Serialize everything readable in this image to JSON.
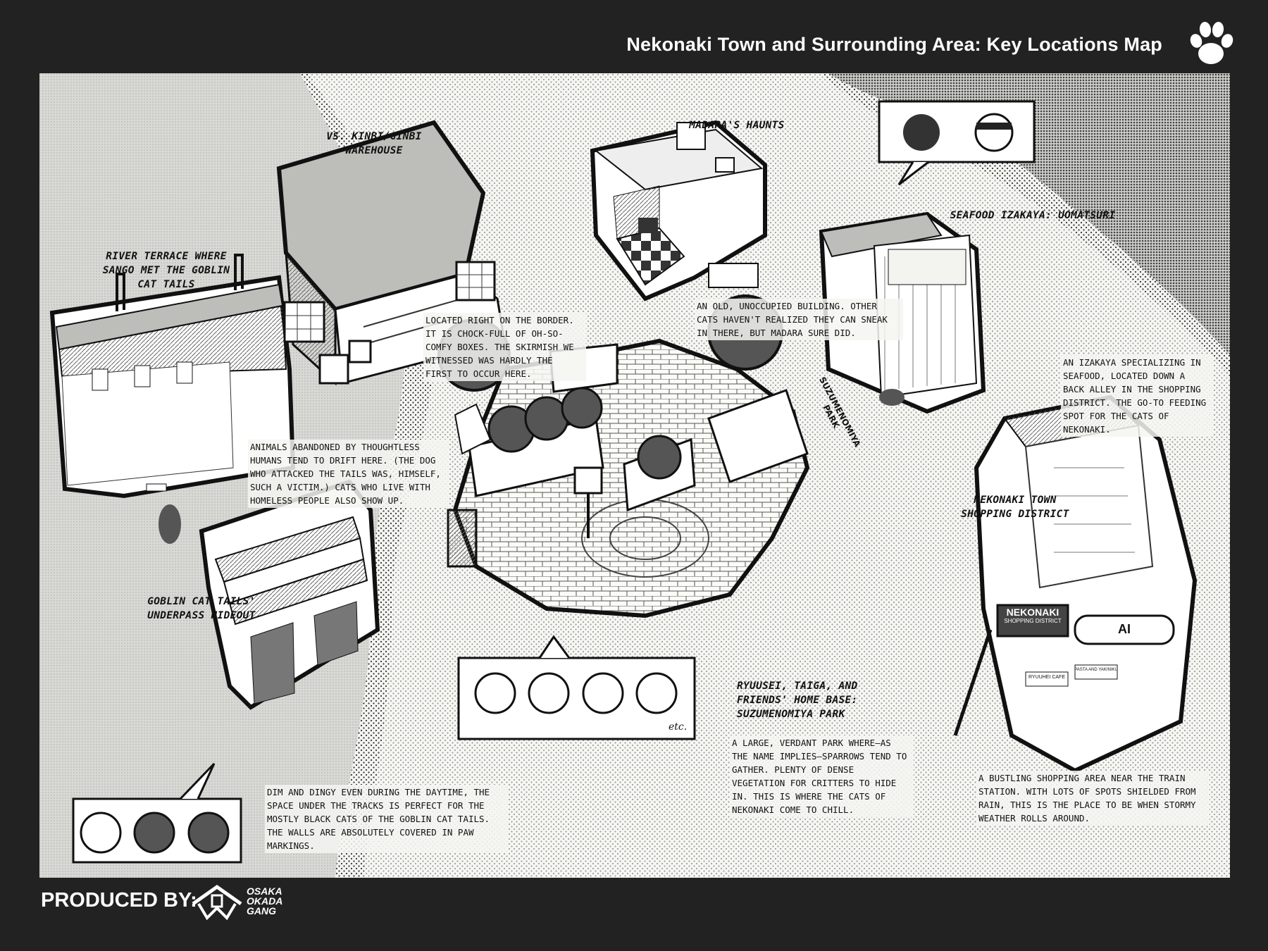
{
  "header": {
    "title": "Nekonaki Town and Surrounding Area: Key Locations Map",
    "icon": "paw-print-icon"
  },
  "locations": {
    "river_terrace": {
      "label": "RIVER TERRACE WHERE SANGO MET THE GOBLIN CAT TAILS",
      "description": "ANIMALS ABANDONED BY THOUGHTLESS HUMANS TEND TO DRIFT HERE. (THE DOG WHO ATTACKED THE TAILS WAS, HIMSELF, SUCH A VICTIM.) CATS WHO LIVE WITH HOMELESS PEOPLE ALSO SHOW UP."
    },
    "warehouse": {
      "label": "VS. KINBI/GINBI WAREHOUSE",
      "description": "LOCATED RIGHT ON THE BORDER. IT IS CHOCK-FULL OF OH-SO-COMFY BOXES. THE SKIRMISH WE WITNESSED WAS HARDLY THE FIRST TO OCCUR HERE."
    },
    "madara": {
      "label": "MADARA'S HAUNTS",
      "description": "AN OLD, UNOCCUPIED BUILDING. OTHER CATS HAVEN'T REALIZED THEY CAN SNEAK IN THERE, BUT MADARA SURE DID."
    },
    "izakaya": {
      "label": "SEAFOOD IZAKAYA: UOMATSURI",
      "description": "AN IZAKAYA SPECIALIZING IN SEAFOOD, LOCATED DOWN A BACK ALLEY IN THE SHOPPING DISTRICT. THE GO-TO FEEDING SPOT FOR THE CATS OF NEKONAKI."
    },
    "shopping": {
      "label": "NEKONAKI TOWN SHOPPING DISTRICT",
      "description": "A BUSTLING SHOPPING AREA NEAR THE TRAIN STATION. WITH LOTS OF SPOTS SHIELDED FROM RAIN, THIS IS THE PLACE TO BE WHEN STORMY WEATHER ROLLS AROUND.",
      "sign": "NEKONAKI",
      "sign_sub": "SHOPPING DISTRICT",
      "shop_ai": "AI",
      "shop_cafe": "RYUUHEI CAFE",
      "shop_pasta": "PASTA AND YAKINIKU"
    },
    "park": {
      "label": "RYUUSEI, TAIGA, AND FRIENDS' HOME BASE: SUZUMENOMIYA PARK",
      "description": "A LARGE, VERDANT PARK WHERE—AS THE NAME IMPLIES—SPARROWS TEND TO GATHER. PLENTY OF DENSE VEGETATION FOR CRITTERS TO HIDE IN. THIS IS WHERE THE CATS OF NEKONAKI COME TO CHILL.",
      "sign": "SUZUMENOMIYA PARK",
      "etc": "etc."
    },
    "underpass": {
      "label": "GOBLIN CAT TAILS' UNDERPASS HIDEOUT",
      "description": "DIM AND DINGY EVEN DURING THE DAYTIME, THE SPACE UNDER THE TRACKS IS PERFECT FOR THE MOSTLY BLACK CATS OF THE GOBLIN CAT TAILS. THE WALLS ARE ABSOLUTELY COVERED IN PAW MARKINGS."
    }
  },
  "footer": {
    "produced_by": "PRODUCED BY:",
    "logo_line1": "OSAKA",
    "logo_line2": "OKADA",
    "logo_line3": "GANG"
  },
  "colors": {
    "frame": "#222222",
    "paper": "#f4f4f1",
    "ink": "#111111"
  }
}
